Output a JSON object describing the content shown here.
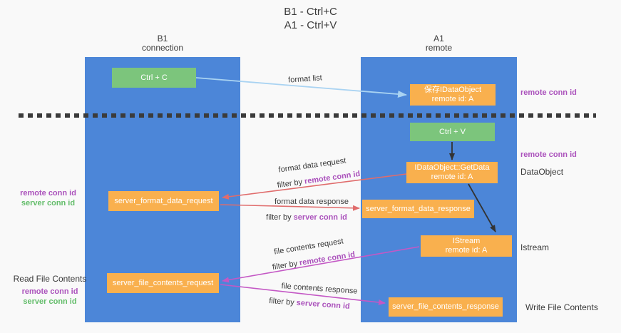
{
  "title": {
    "line1": "B1 - Ctrl+C",
    "line2": "A1 - Ctrl+V"
  },
  "columns": {
    "left": {
      "name": "B1",
      "subtitle": "connection"
    },
    "right": {
      "name": "A1",
      "subtitle": "remote"
    }
  },
  "nodes": {
    "ctrl_c": {
      "label": "Ctrl + C"
    },
    "save_idataobject": {
      "line1": "保存IDataObject",
      "line2": "remote id: A"
    },
    "ctrl_v": {
      "label": "Ctrl + V"
    },
    "getdata": {
      "line1": "IDataObject::GetData",
      "line2": "remote id: A"
    },
    "server_format_data_request": {
      "label": "server_format_data_request"
    },
    "server_format_data_response": {
      "label": "server_format_data_response"
    },
    "istream": {
      "line1": "IStream",
      "line2": "remote id: A"
    },
    "server_file_contents_request": {
      "label": "server_file_contents_request"
    },
    "server_file_contents_response": {
      "label": "server_file_contents_response"
    }
  },
  "flow_labels": {
    "format_list": "format list",
    "format_data_request": "format data request",
    "format_data_response": "format data response",
    "file_contents_request": "file contents request",
    "file_contents_response": "file contents response",
    "filter_by": "filter by ",
    "remote_conn_id": "remote conn id",
    "server_conn_id": "server conn id"
  },
  "side_labels": {
    "remote_conn_id": "remote conn id",
    "server_conn_id": "server conn id",
    "dataobject": "DataObject",
    "istream": "Istream",
    "read_file_contents": "Read File Contents",
    "write_file_contents": "Write File Contents"
  },
  "colors": {
    "column_blue": "#4c86d8",
    "node_green": "#7cc57c",
    "node_orange": "#f9b04e",
    "label_purple": "#ab52bc",
    "label_green": "#63bd6a",
    "arrow_red": "#e06c6c",
    "arrow_magenta": "#c458c5",
    "arrow_light_blue": "#a9d3f2",
    "arrow_black": "#333333",
    "dashed_line": "#3b3b3b"
  }
}
